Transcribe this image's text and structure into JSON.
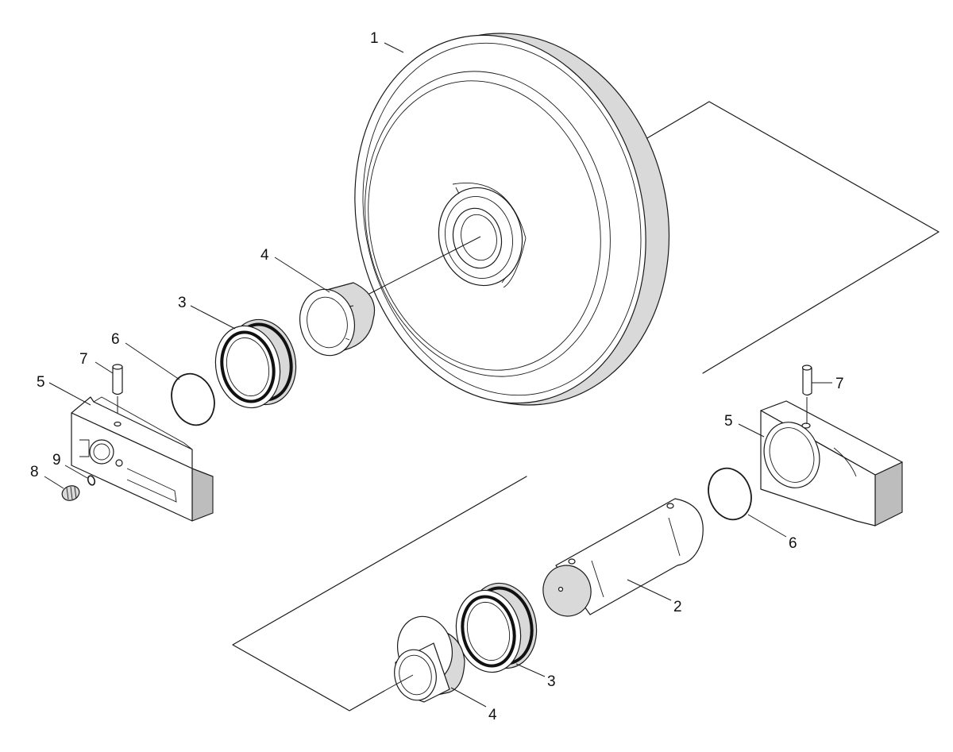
{
  "callouts": {
    "c1": "1",
    "c2": "2",
    "c3_top": "3",
    "c3_bottom": "3",
    "c4_top": "4",
    "c4_bottom": "4",
    "c5_left": "5",
    "c5_right": "5",
    "c6_left": "6",
    "c6_right": "6",
    "c7_left": "7",
    "c7_right": "7",
    "c8": "8",
    "c9": "9"
  }
}
